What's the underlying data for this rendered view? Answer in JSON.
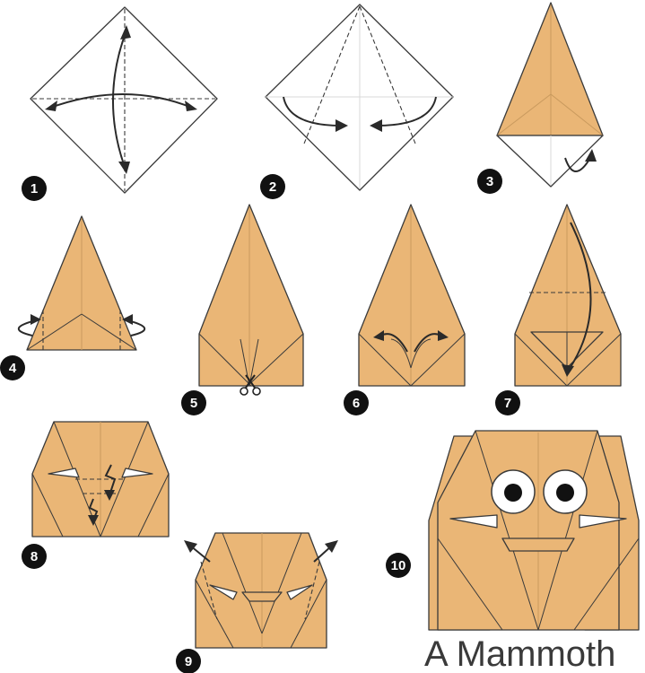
{
  "title": "A Mammoth",
  "steps": [
    "1",
    "2",
    "3",
    "4",
    "5",
    "6",
    "7",
    "8",
    "9",
    "10"
  ],
  "colors": {
    "paper": "#eab676",
    "outline": "#3a3a3a",
    "badge": "#111111",
    "background": "#ffffff"
  }
}
